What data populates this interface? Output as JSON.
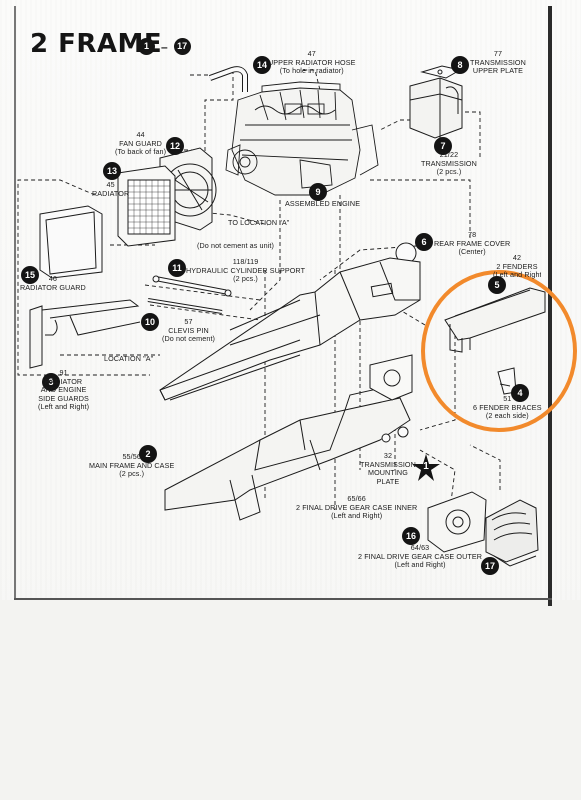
{
  "title": "2 FRAME",
  "steps_range": {
    "from": "1",
    "to": "17"
  },
  "parts": [
    {
      "step": "14",
      "num": "47",
      "name": "UPPER RADIATOR HOSE",
      "note": "(To hole in radiator)"
    },
    {
      "step": "8",
      "num": "77",
      "name": "TRANSMISSION",
      "name2": "UPPER PLATE"
    },
    {
      "step": "12",
      "num": "44",
      "name": "FAN GUARD",
      "note": "(To back of fan)"
    },
    {
      "step": "13",
      "num": "45",
      "name": "RADIATOR"
    },
    {
      "step": "7",
      "num": "21/22",
      "name": "TRANSMISSION",
      "note": "(2 pcs.)"
    },
    {
      "step": "9",
      "name": "ASSEMBLED ENGINE"
    },
    {
      "step": "6",
      "num": "78",
      "name": "REAR FRAME COVER",
      "note": "(Center)"
    },
    {
      "step": "5",
      "num": "42",
      "name": "2 FENDERS",
      "note": "(Left and Right)"
    },
    {
      "step": "15",
      "num": "46",
      "name": "RADIATOR GUARD"
    },
    {
      "step": "11",
      "num": "118/119",
      "name": "HYDRAULIC CYLINDER SUPPORT",
      "note": "(2 pcs.)"
    },
    {
      "step": "10",
      "num": "57",
      "name": "CLEVIS PIN",
      "note": "(Do not cement)"
    },
    {
      "step": "4",
      "num": "51",
      "name": "6 FENDER BRACES",
      "note": "(2 each side)"
    },
    {
      "step": "3",
      "num": "91",
      "name": "RADIATOR",
      "name2": "AND ENGINE",
      "name3": "SIDE GUARDS",
      "note": "(Left and Right)"
    },
    {
      "step": "2",
      "num": "55/56",
      "name": "MAIN FRAME AND CASE",
      "note": "(2 pcs.)"
    },
    {
      "step": "1",
      "num": "32",
      "name": "TRANSMISSION",
      "name2": "MOUNTING",
      "name3": "PLATE"
    },
    {
      "num": "65/66",
      "name": "2 FINAL DRIVE GEAR CASE INNER",
      "note": "(Left and Right)"
    },
    {
      "step": "16",
      "num": "64/63",
      "name": "2 FINAL DRIVE GEAR CASE OUTER",
      "note": "(Left and Right)"
    },
    {
      "step": "17"
    }
  ],
  "callouts": {
    "to_location_a": "TO LOCATION \"A\"",
    "do_not_cement_unit": "(Do not cement as unit)",
    "location_a": "LOCATION \"A\""
  },
  "colors": {
    "highlight": "#f28a2c",
    "ink": "#161616",
    "paper": "#f8f8f6"
  }
}
